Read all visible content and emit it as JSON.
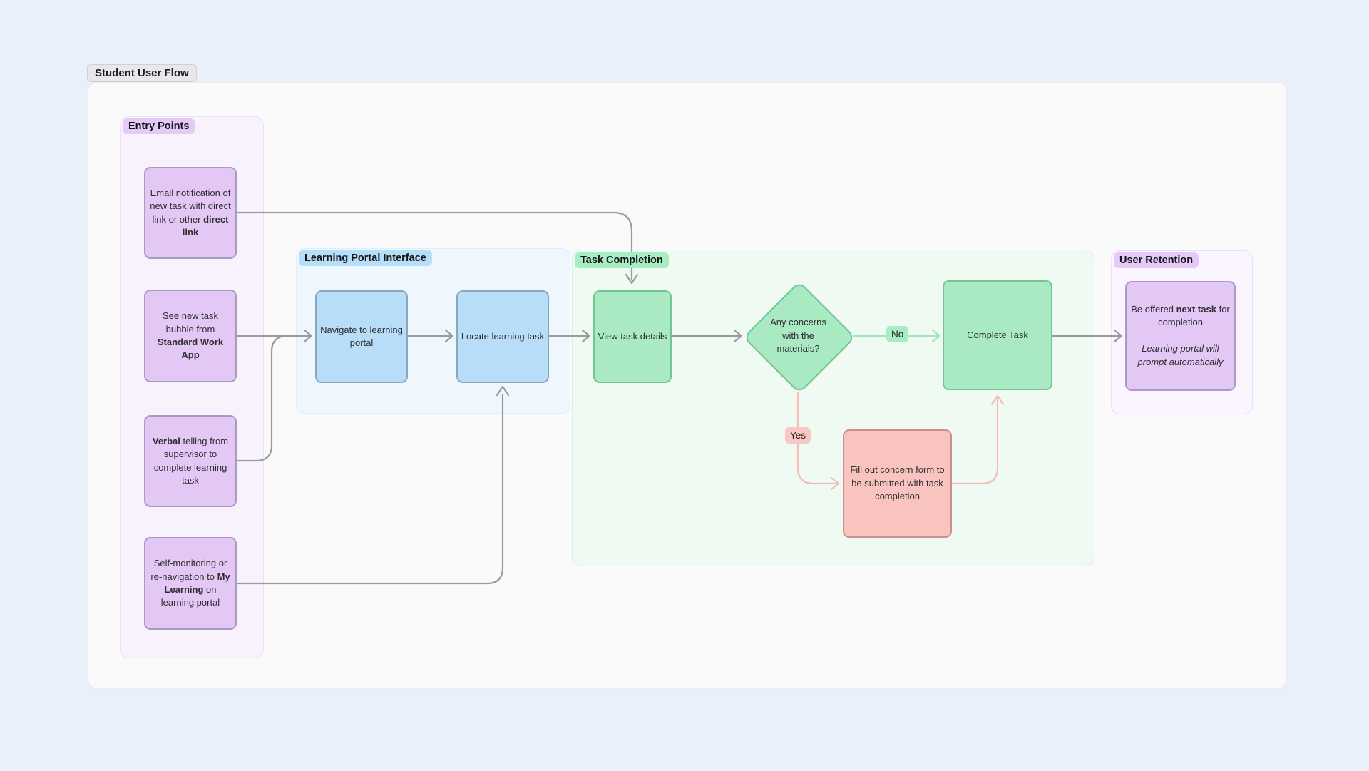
{
  "title": "Student User Flow",
  "groups": {
    "entry": {
      "label": "Entry Points"
    },
    "portal": {
      "label": "Learning Portal Interface"
    },
    "task": {
      "label": "Task Completion"
    },
    "retention": {
      "label": "User Retention"
    }
  },
  "nodes": {
    "email": {
      "rich": [
        {
          "t": "Email notification of new task with direct link or other "
        },
        {
          "t": "direct link",
          "b": true
        }
      ]
    },
    "bubble": {
      "rich": [
        {
          "t": "See new task bubble from "
        },
        {
          "t": "Standard Work App",
          "b": true
        }
      ]
    },
    "verbal": {
      "rich": [
        {
          "t": "Verbal",
          "b": true
        },
        {
          "t": " telling from supervisor to complete learning task"
        }
      ]
    },
    "selfmon": {
      "rich": [
        {
          "t": "Self-monitoring or re-navigation to "
        },
        {
          "t": "My Learning",
          "b": true
        },
        {
          "t": " on learning portal"
        }
      ]
    },
    "navigate": {
      "rich": [
        {
          "t": "Navigate to learning portal"
        }
      ]
    },
    "locate": {
      "rich": [
        {
          "t": "Locate learning task"
        }
      ]
    },
    "view": {
      "rich": [
        {
          "t": "View task details"
        }
      ]
    },
    "decision": {
      "rich": [
        {
          "t": "Any concerns with the materials?"
        }
      ]
    },
    "complete": {
      "rich": [
        {
          "t": "Complete Task"
        }
      ]
    },
    "concern_form": {
      "rich": [
        {
          "t": "Fill out concern form to be submitted with task completion"
        }
      ]
    },
    "next_task": {
      "rich": [
        {
          "t": "Be offered "
        },
        {
          "t": "next task",
          "b": true
        },
        {
          "t": " for completion",
          "br": 2
        },
        {
          "t": "Learning portal will prompt automatically",
          "i": true
        }
      ]
    }
  },
  "edge_labels": {
    "no": "No",
    "yes": "Yes"
  },
  "colors": {
    "page_background": "#e9f0fa",
    "canvas_background": "#fafafb",
    "purple_node": "#e3c8f6",
    "purple_border": "#a99bc1",
    "blue_node": "#b7ddf8",
    "blue_border": "#8ba7bd",
    "green_node": "#a9eac3",
    "green_border": "#74c493",
    "red_node": "#f9c4c0",
    "red_border": "#cc8f8e",
    "gray_edge": "#9b9b9b",
    "green_edge": "#9fe6bd",
    "red_edge": "#f8bcb8"
  }
}
